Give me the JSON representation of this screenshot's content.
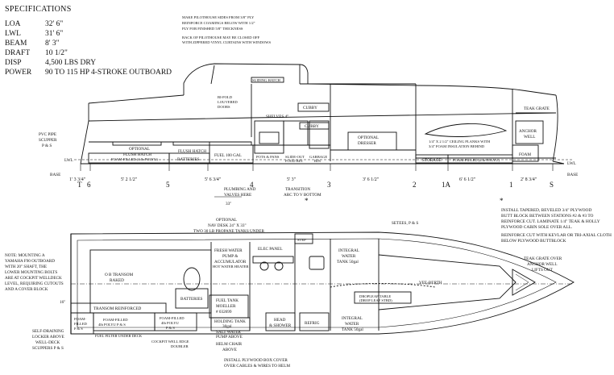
{
  "specifications": {
    "title": "SPECIFICATIONS",
    "rows": [
      {
        "key": "LOA",
        "value": "32' 6\""
      },
      {
        "key": "LWL",
        "value": "31' 6\""
      },
      {
        "key": "BEAM",
        "value": "8' 3\""
      },
      {
        "key": "DRAFT",
        "value": "10 1/2\""
      },
      {
        "key": "DISP",
        "value": "4,500 LBS DRY"
      },
      {
        "key": "POWER",
        "value": "90 TO 115 HP 4-STROKE OUTBOARD"
      }
    ]
  },
  "profile_notes": {
    "pilothouse_1": "MAKE PILOTHOUSE SIDES FROM 3/8\" PLY",
    "pilothouse_2": "REINFORCE COAMINGS BELOW WITH 1/2\"",
    "pilothouse_3": "PLY FOR FINISHED 5/8\" THICKNESS",
    "back_1": "BACK OF PILOTHOUSE MAY BE CLOSED OFF",
    "back_2": "WITH ZIPPERED VINYL CURTAINS WITH WINDOWS",
    "sliding_hatch": "SLIDING HATCH",
    "bifold_1": "BI-FOLD",
    "bifold_2": "LOUVERED",
    "bifold_3": "DOORS",
    "shelves": "SHELVES 4\"",
    "cubby1": "CUBBY",
    "cubby2": "CUBBY",
    "pots_pans": "POTS & PANS",
    "slide_out_1": "SLIDE-OUT",
    "slide_out_2": "FOOD BIN",
    "garbage_1": "GARBAGE",
    "garbage_2": "BIN",
    "optional_dresser_1": "OPTIONAL",
    "optional_dresser_2": "DRESSER",
    "ceiling_1": "1/4\" X 2 1/2\" CEILING PLANKS WITH",
    "ceiling_2": "3/4\" FOAM INSULATION BEHIND",
    "teak_grate": "TEAK GRATE",
    "anchor_1": "ANCHOR",
    "anchor_2": "WELL",
    "foam": "FOAM",
    "optional_flush_1": "OPTIONAL",
    "optional_flush_2": "FLUSH HATCH",
    "flush_hatch": "FLUSH HATCH",
    "foam_filled": "FOAM-FILLED (4 lb POLYU)",
    "batteries": "BATTERIES",
    "fuel": "FUEL 100 GAL",
    "storage": "STORAGE",
    "foam_filled_fwd": "FOAM-FILLED (4 lb POLYU)",
    "pvc_1": "PVC PIPE",
    "pvc_2": "SCUPPER",
    "pvc_3": "P & S",
    "base_left": "BASE",
    "base_right": "BASE",
    "lwl_left": "LWL",
    "lwl_right": "LWL",
    "plumbing_1": "PLUMBING AND",
    "plumbing_2": "VALVES HERE",
    "transition_1": "TRANSITION",
    "transition_2": "ARC TO V BOTTOM",
    "dim_33": "33\"",
    "asterisk": "*"
  },
  "stations": {
    "labels": [
      "T",
      "6",
      "5",
      "4",
      "3",
      "2",
      "1A",
      "1",
      "S"
    ],
    "spacings": [
      "1' 3 3/4\"",
      "5' 2 1/2\"",
      "5' 6 3/4\"",
      "5' 3\"",
      "3' 6 1/2\"",
      "6' 6 1/2\"",
      "2' 8 3/4\""
    ]
  },
  "right_notes": {
    "star": "*",
    "install_1": "INSTALL TAPERED, BEVELED 3/4\" PLYWOOD",
    "install_2": "BUTT BLOCK BETWEEN STATIONS #2 & #3 TO",
    "install_3": "REINFORCE CUT. LAMINATE 1/4\" TEAK & HOLLY",
    "install_4": "PLYWOOD CABIN SOLE OVER ALL.",
    "kevlar_1": "REINFORCE CUT WITH KEVLAR OR TRI-AXIAL CLOTH",
    "kevlar_2": "BELOW PLYWOOD BUTTBLOCK"
  },
  "plan_notes": {
    "nav_1": "OPTIONAL",
    "nav_2": "NAV DESK 24\" X 33\"",
    "nav_3": "TWO 30 LB PROPANE TANKS UNDER",
    "setees": "SETEES, P & S",
    "step": "STEP",
    "mounting_1": "NOTE: MOUNTING A",
    "mounting_2": "YAMAHA F90 OUTBOARD",
    "mounting_3": "WITH 20\" SHAFT, THE",
    "mounting_4": "LOWER MOUNTING BOLTS",
    "mounting_5": "ARE AT COCKPIT WELLDECK",
    "mounting_6": "LEVEL, REQUIRING CUTOUTS",
    "mounting_7": "AND A COVER BLOCK",
    "transom_1": "O B TRANSOM",
    "transom_2": "RAKED",
    "fresh_1": "FRESH WATER",
    "fresh_2": "PUMP &",
    "fresh_3": "ACCUMULATOR",
    "fresh_4": "HOT WATER HEATER",
    "elec": "ELEC PANEL",
    "integral_1": "INTEGRAL",
    "integral_2": "WATER",
    "integral_3": "TANK 50gal",
    "teak_1": "TEAK GRATE OVER",
    "teak_2": "ANCHOR WELL",
    "teak_3": "LIFTS OUT",
    "vberth": "VEE-BERTH",
    "dropleaf_1": "DROPLEAF TABLE",
    "dropleaf_2": "(DROP LEAF STBD)",
    "batteries": "BATTERIES",
    "fuel_tank_1": "FUEL TANK",
    "fuel_tank_2": "MOELLER",
    "fuel_tank_3": "# 032699",
    "transom_reinf": "TRANSOM REINFORCED",
    "dim_16": "16\"",
    "foam_pfs_1": "FOAM-",
    "foam_pfs_2": "FILLED",
    "foam_pfs_3": "P & S",
    "foam_pu_1": "FOAM-FILLED",
    "foam_pu_2": "4lb POLYU P & S",
    "fuel_filter": "FUEL FILTER UNDER DECK",
    "foam_pu2_1": "FOAM-FILLED",
    "foam_pu2_2": "4lb POLYU",
    "foam_pu2_3": "P & S",
    "holding_1": "HOLDING TANK",
    "holding_2": "30gal",
    "holding_3": "SALT WATER",
    "holding_4": "PUMP ABOVE",
    "head_1": "HEAD",
    "head_2": "& SHOWER",
    "refrig": "REFRIG",
    "integral2_1": "INTEGRAL",
    "integral2_2": "WATER",
    "integral2_3": "TANK 50gal",
    "self_1": "SELF-DRAINING",
    "self_2": "LOCKER ABOVE",
    "self_3": "WELL-DECK",
    "self_4": "SCUPPERS P & S",
    "cockpit_1": "COCKPIT WELL EDGE",
    "cockpit_2": "DOUBLER",
    "helm": "HELM CHAIR",
    "helm_2": "ABOVE",
    "install_1": "INSTALL PLYWOOD BOX COVER",
    "install_2": "OVER CABLES & WIRES TO HELM"
  }
}
